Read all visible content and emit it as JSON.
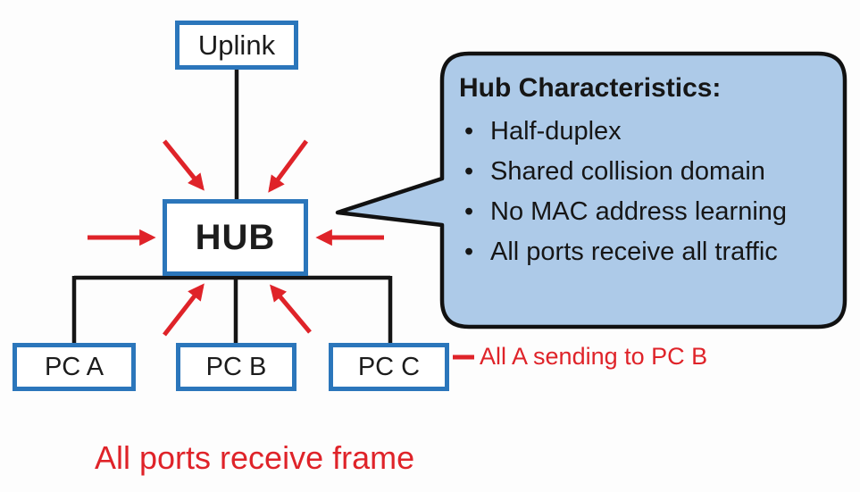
{
  "nodes": {
    "uplink": {
      "label": "Uplink"
    },
    "hub": {
      "label": "HUB"
    },
    "pc_a": {
      "label": "PC A"
    },
    "pc_b": {
      "label": "PC B"
    },
    "pc_c": {
      "label": "PC C"
    }
  },
  "callout": {
    "title": "Hub Characteristics:",
    "bullets": [
      "Half-duplex",
      "Shared collision domain",
      "No MAC address learning",
      "All ports receive all traffic"
    ]
  },
  "annotations": {
    "pc_c_note": "All A sending to PC B",
    "bottom_note": "All ports receive frame"
  },
  "colors": {
    "box_border": "#2b76bb",
    "arrow_red": "#df2329",
    "callout_fill": "#adcae8",
    "callout_border": "#111111",
    "connector_black": "#151515"
  }
}
